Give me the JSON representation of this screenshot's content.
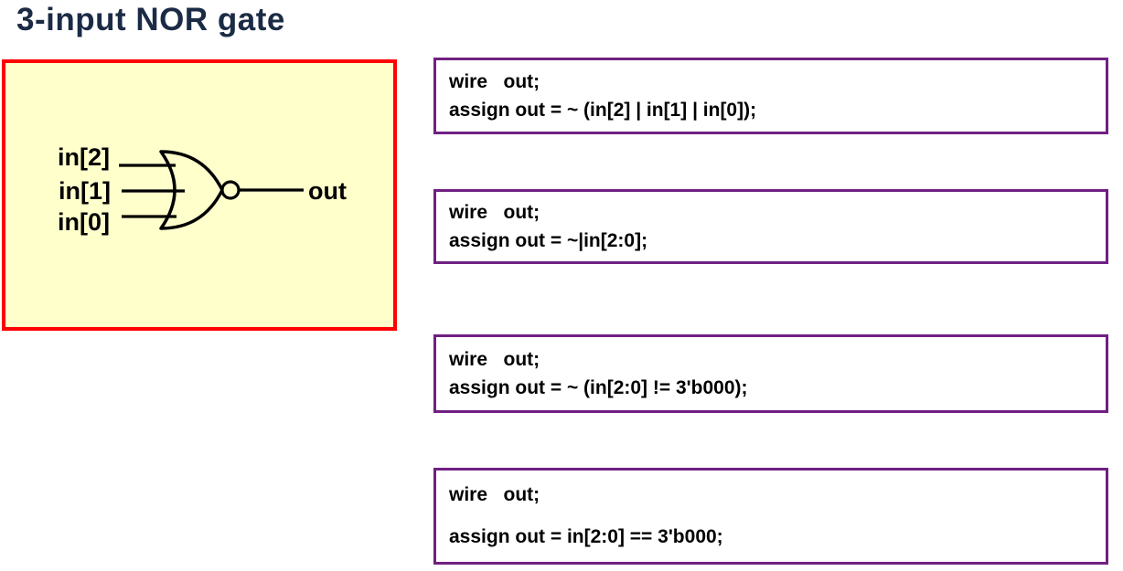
{
  "title": "3-input NOR gate",
  "diagram": {
    "gate_type": "NOR",
    "inputs": [
      "in[2]",
      "in[1]",
      "in[0]"
    ],
    "output_label": "out"
  },
  "code_boxes": [
    {
      "line1": "wire   out;",
      "line2": "assign out = ~ (in[2] | in[1] | in[0]);"
    },
    {
      "line1": "wire   out;",
      "line2": "assign out = ~|in[2:0];"
    },
    {
      "line1": "wire   out;",
      "line2": "assign out = ~ (in[2:0] != 3'b000);"
    },
    {
      "line1": "wire   out;",
      "line2": "assign out = in[2:0] == 3'b000;"
    }
  ],
  "colors": {
    "title_text": "#1b2b45",
    "gate_panel_fill": "#ffffcc",
    "gate_panel_border": "#fe0000",
    "code_box_border": "#702082",
    "code_text": "#000000"
  }
}
